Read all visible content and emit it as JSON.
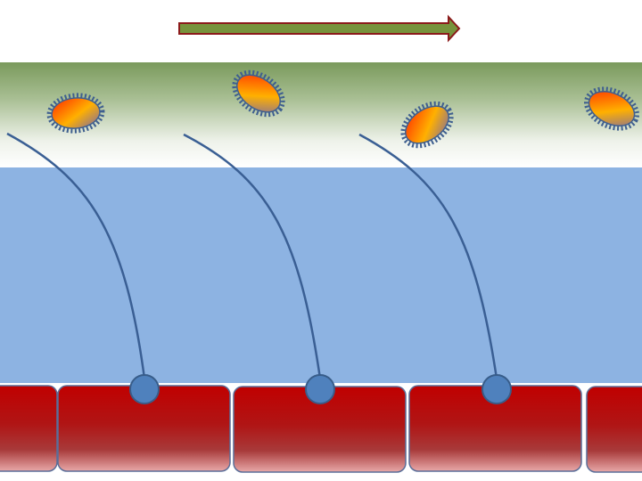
{
  "diagram": {
    "flow_arrow": {
      "direction": "right",
      "fill": "#77933c",
      "stroke": "#8b1a1a"
    },
    "colors": {
      "band_top": "#7a9a5c",
      "fluid": "#8db3e2",
      "cell_top": "#c00000",
      "cell_bottom": "#e6a3a3",
      "receptor": "#4f81bd",
      "tether": "#3a5f94",
      "particle_outline": "#3f5f8f"
    },
    "particles": [
      "particle-1",
      "particle-2",
      "particle-3",
      "particle-4"
    ],
    "tethers": [
      "tether-1",
      "tether-2",
      "tether-3"
    ],
    "receptors": [
      "receptor-1",
      "receptor-2",
      "receptor-3"
    ],
    "cells": [
      "cell-1",
      "cell-2",
      "cell-3",
      "cell-4",
      "cell-5"
    ]
  }
}
